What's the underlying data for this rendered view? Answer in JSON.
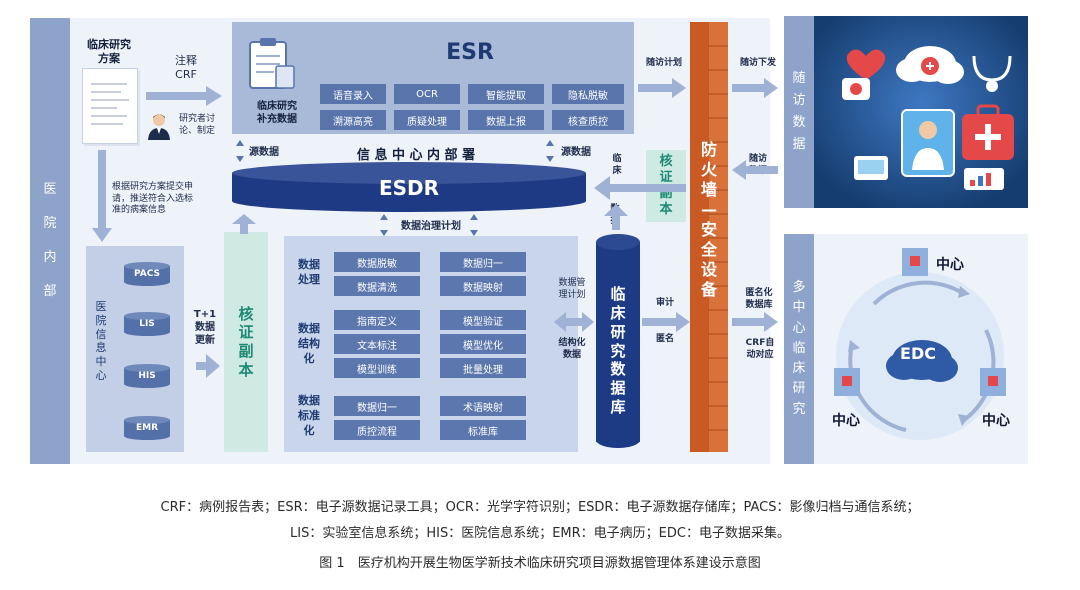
{
  "hospital": {
    "band_chars": [
      "医",
      "院",
      "内",
      "部"
    ]
  },
  "protocol": {
    "title_l1": "临床研究",
    "title_l2": "方案",
    "inject_l1": "注释",
    "inject_l2": "CRF",
    "discuss_l1": "研究者讨",
    "discuss_l2": "论、制定",
    "submit_l1": "根据研究方案提交申",
    "submit_l2": "请，推送符合入选标",
    "submit_l3": "准的病案信息"
  },
  "esr": {
    "title": "ESR",
    "sub_l1": "临床研究",
    "sub_l2": "补充数据",
    "tags": [
      "语音录入",
      "OCR",
      "智能提取",
      "隐私脱敏",
      "溯源高亮",
      "质疑处理",
      "数据上报",
      "核查质控"
    ],
    "src_left": "源数据",
    "src_right": "源数据",
    "deploy": "信 息 中 心 内 部 署"
  },
  "esdr": {
    "label": "ESDR",
    "plan": "数据治理计划"
  },
  "governance": {
    "groups": [
      {
        "label": [
          "数据",
          "处理"
        ],
        "items": [
          "数据脱敏",
          "数据归一",
          "数据清洗",
          "数据映射"
        ]
      },
      {
        "label": [
          "数据",
          "结构",
          "化"
        ],
        "items": [
          "指南定义",
          "模型验证",
          "文本标注",
          "模型优化",
          "模型训练",
          "批量处理"
        ]
      },
      {
        "label": [
          "数据",
          "标准",
          "化"
        ],
        "items": [
          "数据归一",
          "术语映射",
          "质控流程",
          "标准库"
        ]
      }
    ]
  },
  "his_center": {
    "label_chars": [
      "医",
      "院",
      "信",
      "息",
      "中",
      "心"
    ],
    "dbs": [
      "PACS",
      "LIS",
      "HIS",
      "EMR"
    ],
    "update_l1": "T+1",
    "update_l2": "数据",
    "update_l3": "更新"
  },
  "verify": {
    "chars": [
      "核",
      "证",
      "副",
      "本"
    ]
  },
  "crdb": {
    "chars": [
      "临",
      "床",
      "研",
      "究",
      "数",
      "据",
      "库"
    ],
    "plan_l1": "数据管",
    "plan_l2": "理计划",
    "struct_l1": "结构化",
    "struct_l2": "数据",
    "data_v": [
      "数",
      "据"
    ],
    "clinic_v": [
      "临",
      "床"
    ]
  },
  "firewall": {
    "chars": [
      "防",
      "火",
      "墙",
      "—",
      "安",
      "全",
      "设",
      "备"
    ],
    "audit": "审计",
    "anon": "匿名",
    "followup_plan": "随访计划",
    "followup_send": "随访下发",
    "followup_data_l1": "随访",
    "followup_data_l2": "数据",
    "anon_db_l1": "匿名化",
    "anon_db_l2": "数据库",
    "crf_map_l1": "CRF自",
    "crf_map_l2": "动对应"
  },
  "followup": {
    "band_chars": [
      "随",
      "访",
      "数",
      "据"
    ]
  },
  "multicenter": {
    "band_chars": [
      "多",
      "中",
      "心",
      "临",
      "床",
      "研",
      "究"
    ],
    "edc": "EDC",
    "center": "中心"
  },
  "captions": {
    "abbr_l1": "CRF：病例报告表；ESR：电子源数据记录工具；OCR：光学字符识别；ESDR：电子源数据存储库；PACS：影像归档与通信系统；",
    "abbr_l2": "LIS：实验室信息系统；HIS：医院信息系统；EMR：电子病历；EDC：电子数据采集。",
    "figure": "图 1　医疗机构开展生物医学新技术临床研究项目源数据管理体系建设示意图"
  },
  "colors": {
    "band": "#8ea3c9",
    "navy": "#1f3a84",
    "firewall": "#c95a23",
    "verify": "#1c8a74"
  }
}
